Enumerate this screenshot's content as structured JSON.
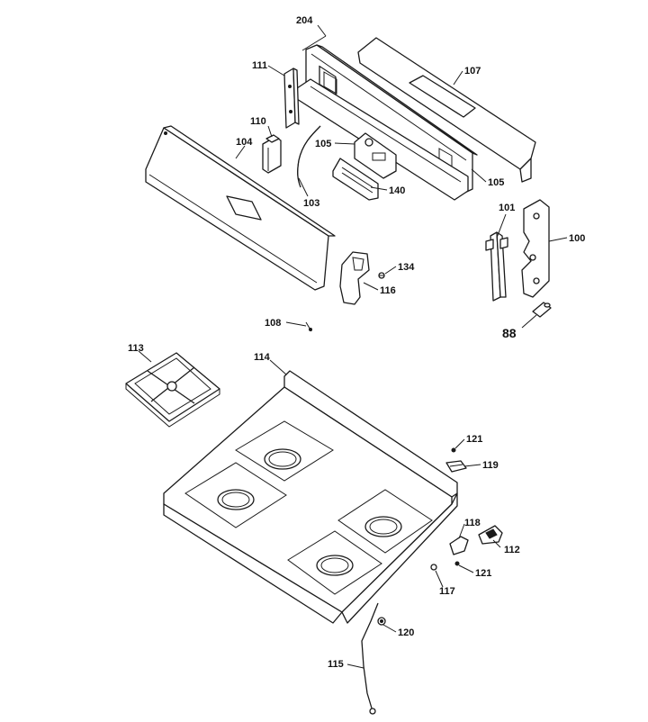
{
  "callouts": {
    "c204": "204",
    "c111": "111",
    "c107": "107",
    "c110": "110",
    "c104": "104",
    "c105a": "105",
    "c103": "103",
    "c140": "140",
    "c105b": "105",
    "c101": "101",
    "c100": "100",
    "c134": "134",
    "c116": "116",
    "c88": "88",
    "c108": "108",
    "c113": "113",
    "c114": "114",
    "c121a": "121",
    "c119": "119",
    "c118": "118",
    "c112": "112",
    "c121b": "121",
    "c117": "117",
    "c120": "120",
    "c115": "115"
  }
}
